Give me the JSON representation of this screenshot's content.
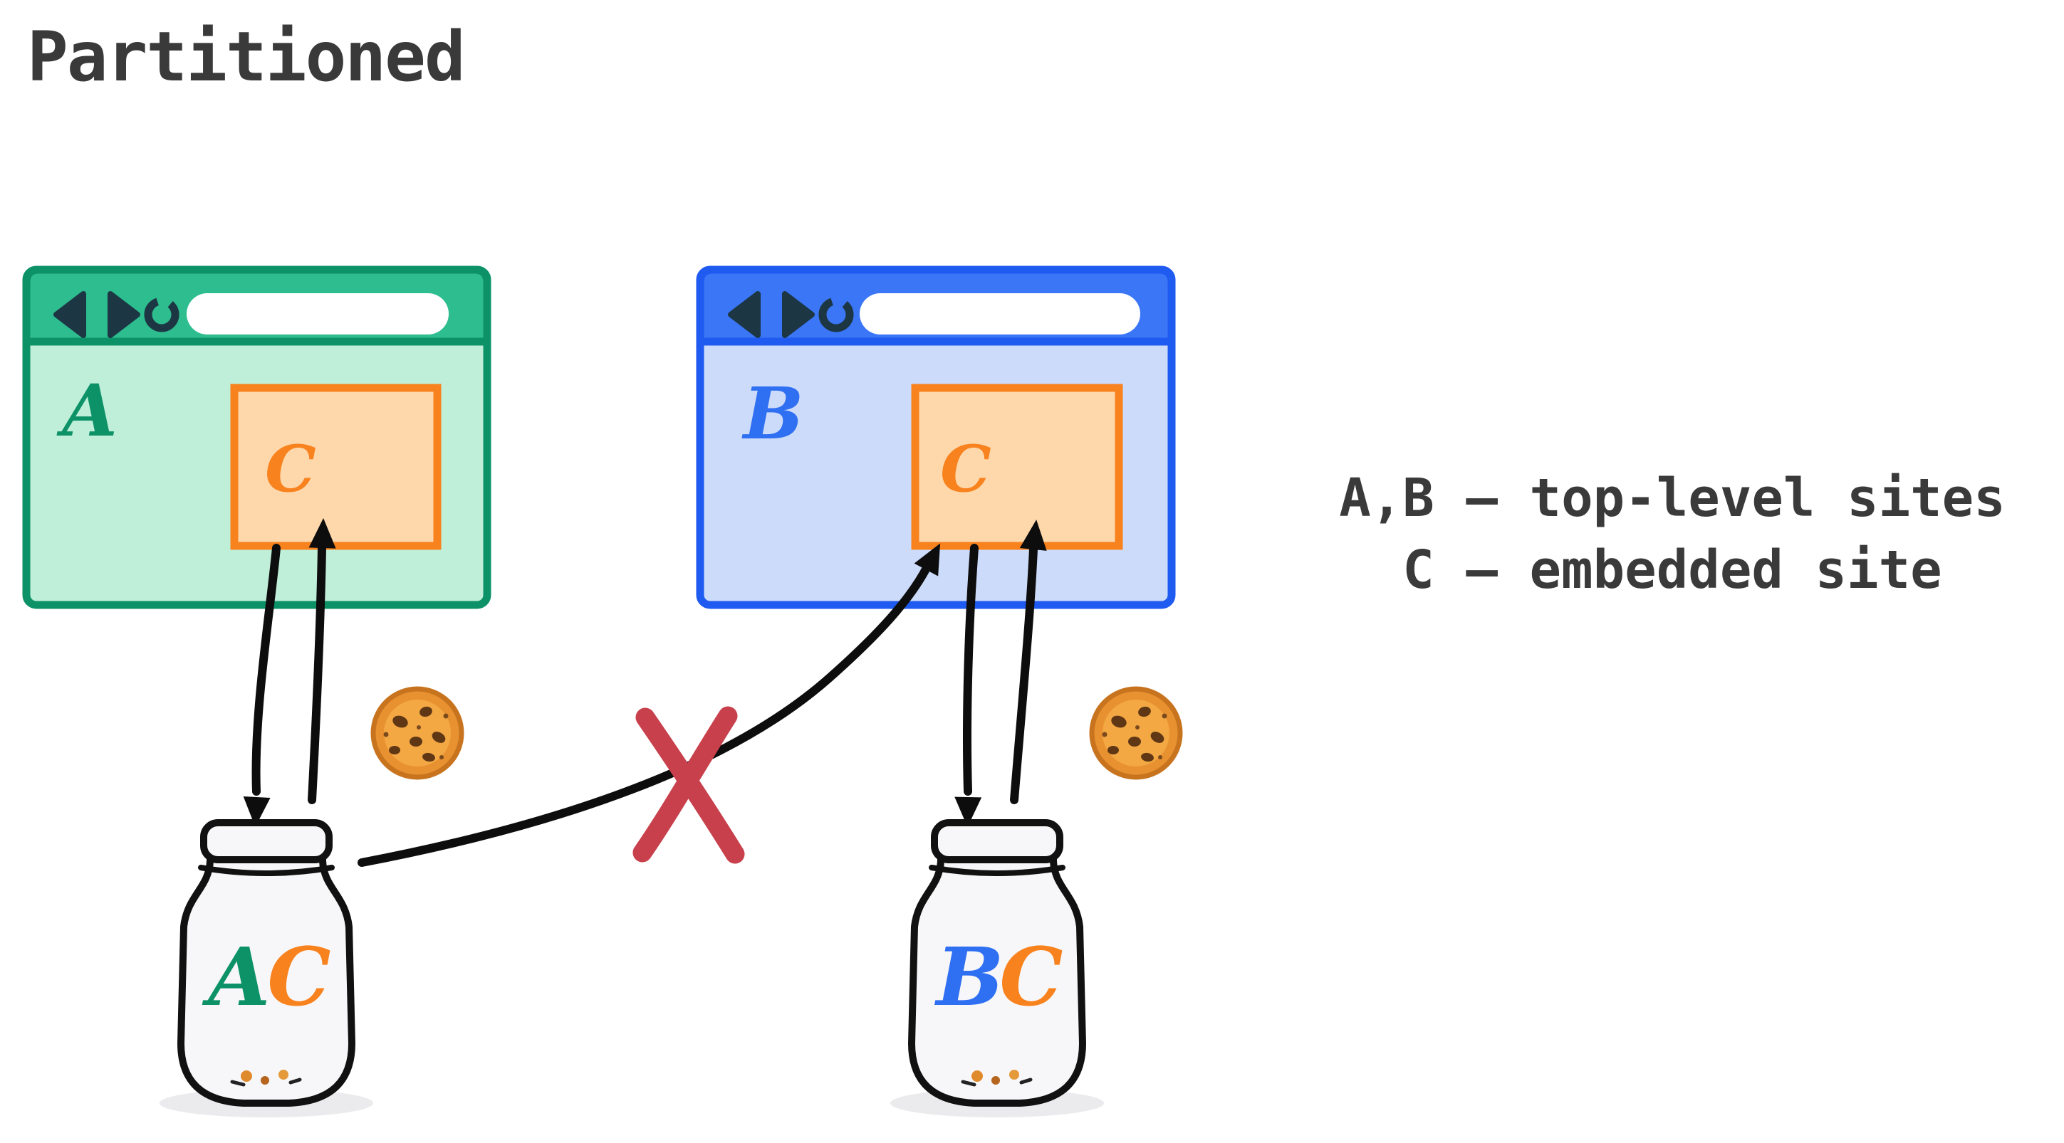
{
  "title": "Partitioned",
  "legend": {
    "line1": "A,B – top-level sites",
    "line2": "C – embedded site"
  },
  "window_a": {
    "label": "A",
    "label_color": "#0d9268",
    "border": "#0d9268",
    "toolbar": "#2dbd8e",
    "body": "#bfeed9"
  },
  "window_b": {
    "label": "B",
    "label_color": "#2f6ff2",
    "border": "#1f5bf0",
    "toolbar": "#3b76f6",
    "body": "#ccdbfa"
  },
  "embedded_frame": {
    "label": "C",
    "border": "#f8821d",
    "fill": "#fed7ab",
    "label_color": "#f8821d"
  },
  "jar_left": {
    "letter1": "A",
    "letter1_color": "#0d9268",
    "letter2": "C",
    "letter2_color": "#f8821d"
  },
  "jar_right": {
    "letter1": "B",
    "letter1_color": "#2f6ff2",
    "letter2": "C",
    "letter2_color": "#f8821d"
  },
  "colors": {
    "arrow": "#0d0d0d",
    "cross": "#c8404c",
    "nav_icon": "#1c3644",
    "text": "#3a3a3a"
  }
}
